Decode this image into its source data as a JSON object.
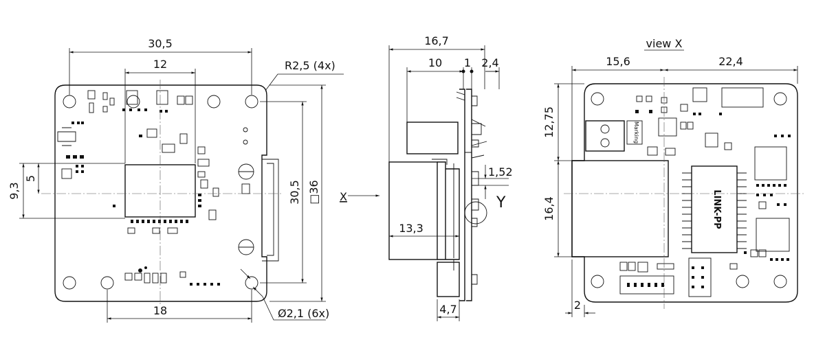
{
  "front_view": {
    "dim_width": "30,5",
    "dim_inner": "12",
    "radius_note": "R2,5 (4x)",
    "dim_9_3": "9,3",
    "dim_5": "5",
    "dim_height": "30,5",
    "dim_square": "□36",
    "dim_bottom": "18",
    "hole_note": "Ø2,1 (6x)"
  },
  "side_view": {
    "dim_total": "16,7",
    "dim_10": "10",
    "dim_1": "1",
    "dim_2_4": "2,4",
    "dim_1_52": "1,52",
    "dim_13_3": "13,3",
    "dim_4_7": "4,7",
    "detail_label": "Y",
    "view_arrow_label": "X"
  },
  "rear_view": {
    "title": "view X",
    "dim_left": "15,6",
    "dim_right": "22,4",
    "dim_12_75": "12,75",
    "dim_16_4": "16,4",
    "dim_2": "2",
    "marking_label": "Marking",
    "transformer_label": "LINK-PP"
  }
}
